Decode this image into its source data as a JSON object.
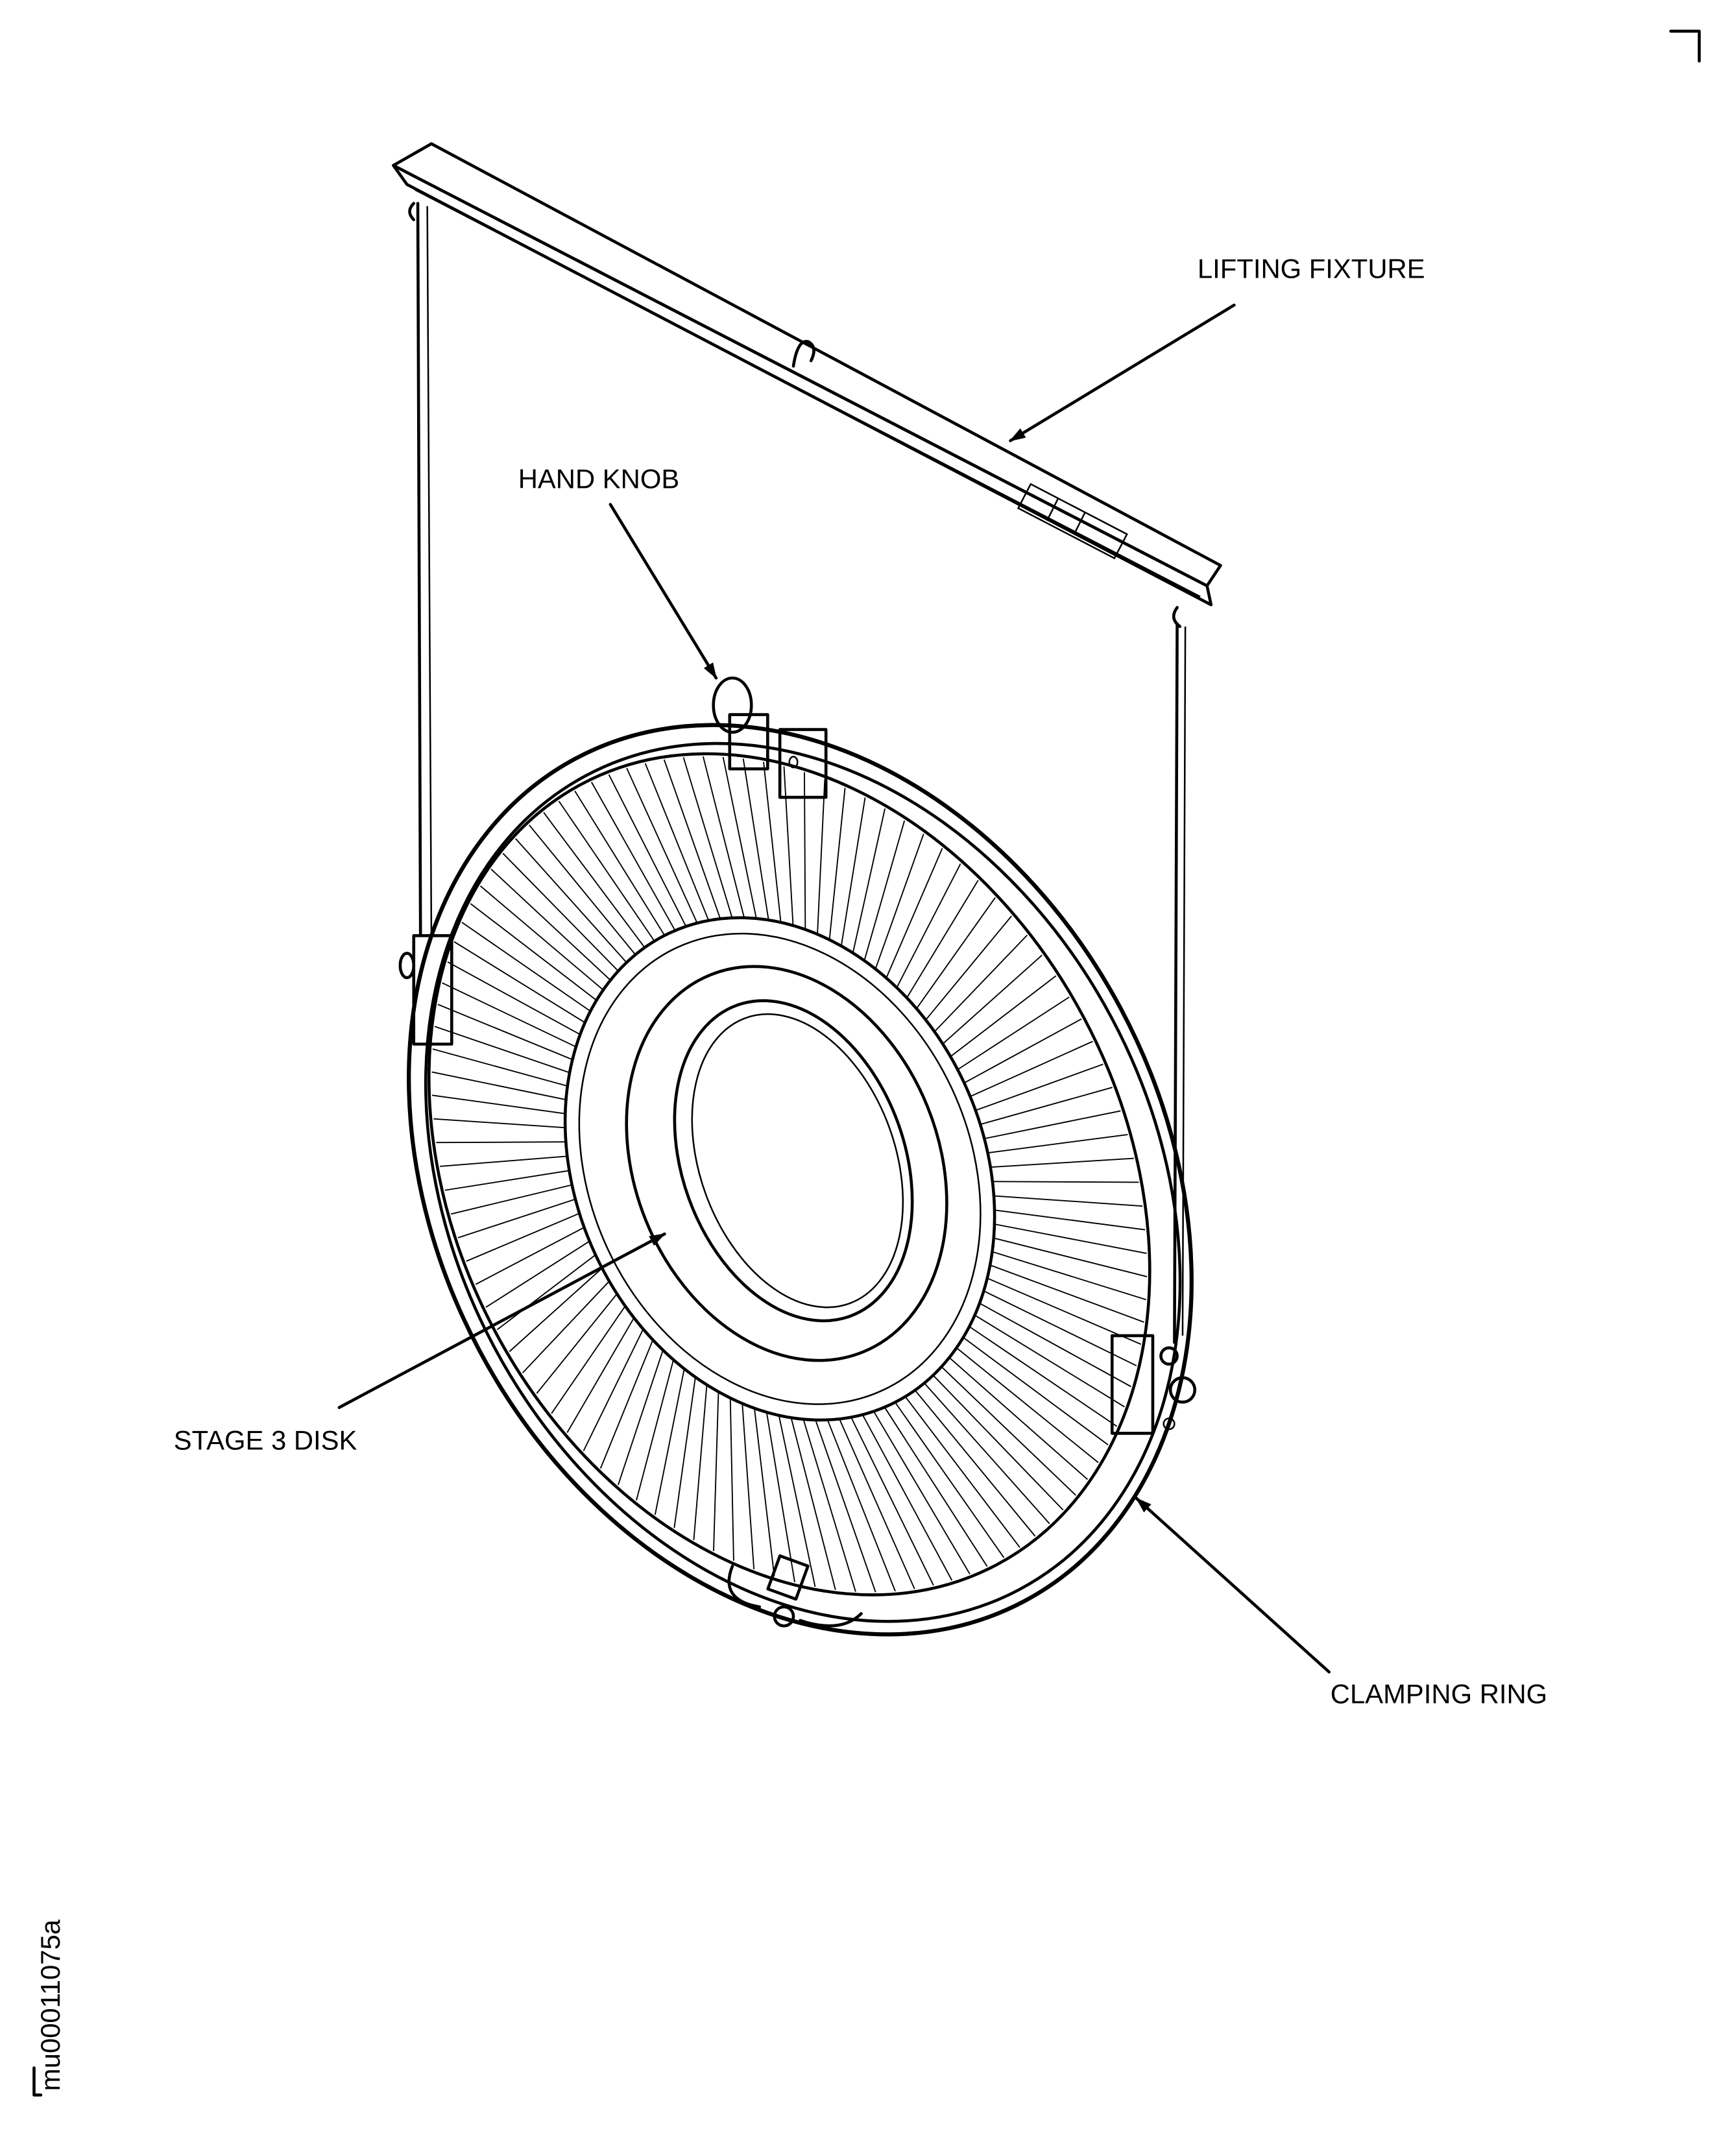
{
  "labels": {
    "lifting_fixture": "LIFTING FIXTURE",
    "hand_knob": "HAND KNOB",
    "stage_3_disk": "STAGE 3 DISK",
    "clamping_ring": "CLAMPING RING"
  },
  "figure_id": "mu00011075a",
  "colors": {
    "ink": "#000000",
    "paper": "#ffffff"
  }
}
